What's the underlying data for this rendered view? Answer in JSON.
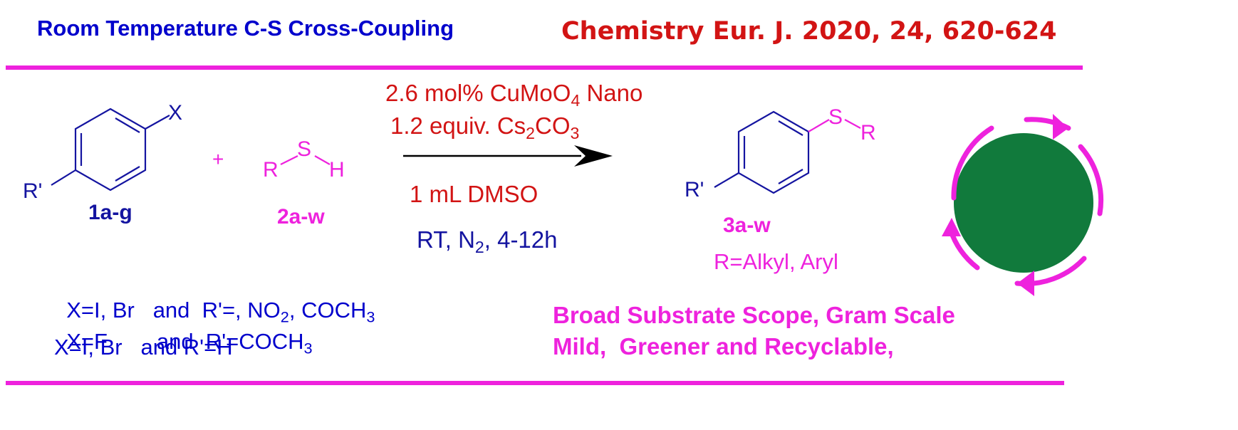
{
  "header": {
    "title": "Room Temperature C-S Cross-Coupling",
    "citation": "Chemistry Eur. J. 2020, 24, 620-624"
  },
  "colors": {
    "title_blue": "#0000cc",
    "citation_red": "#d21414",
    "accent_magenta": "#ee22dd",
    "structure_navy": "#1414a0",
    "conditions_red": "#d21414",
    "green_circle": "#117a3c"
  },
  "reactant1": {
    "label": "1a-g",
    "substituent_top": "X",
    "substituent_bottom": "R'"
  },
  "plus": "+",
  "reactant2": {
    "label": "2a-w",
    "atom_r": "R",
    "atom_s": "S",
    "atom_h": "H"
  },
  "conditions": {
    "catalyst_text": "2.6 mol% CuMoO",
    "catalyst_sub": "4",
    "catalyst_suffix": " Nano",
    "base_text": "1.2 equiv. Cs",
    "base_sub1": "2",
    "base_mid": "CO",
    "base_sub2": "3",
    "solvent": "1 mL DMSO",
    "temp_pre": "RT, N",
    "temp_sub": "2",
    "temp_post": ", 4-12h"
  },
  "product": {
    "label": "3a-w",
    "atom_s": "S",
    "atom_r": "R",
    "substituent_bottom": "R'",
    "r_definition": "R=Alkyl, Aryl"
  },
  "scope": {
    "line1_pre": "X=I, Br   and  R'=, NO",
    "line1_sub": "2",
    "line1_post": ", COCH",
    "line1_sub2": "3",
    "line2_pre": "X=F        and  R'=COCH",
    "line2_sub": "3",
    "line3": "X=I, Br   and R'=H"
  },
  "features": {
    "line1": "Broad Substrate Scope, Gram Scale",
    "line2": "Mild,  Greener and Recyclable,"
  },
  "icons": [
    "recycle-circle-icon",
    "reaction-arrow-icon"
  ]
}
